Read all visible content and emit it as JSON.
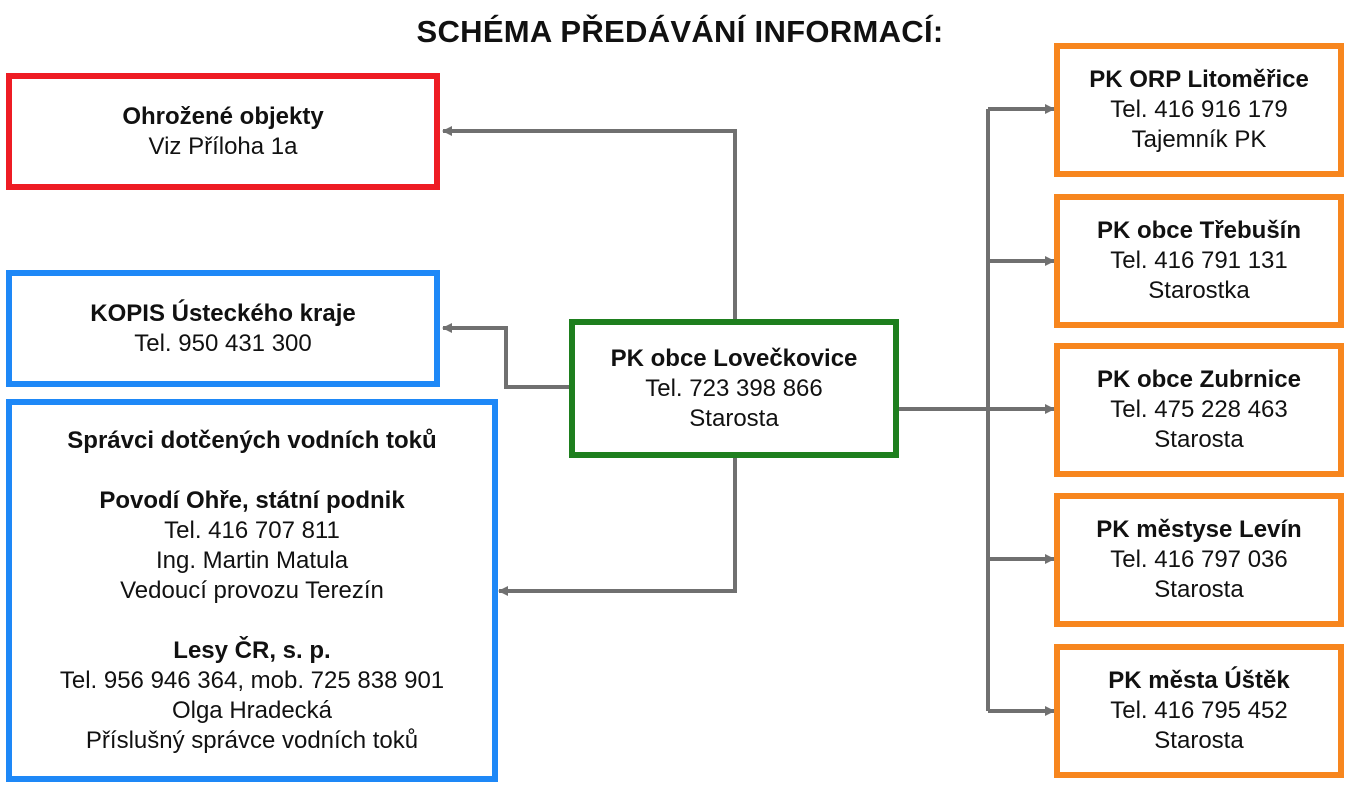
{
  "title": "SCHÉMA PŘEDÁVÁNÍ INFORMACÍ:",
  "colors": {
    "red": "#ee1c24",
    "blue": "#1e88f7",
    "green": "#1e7f1e",
    "orange": "#f7861e",
    "arrow": "#707070"
  },
  "center": {
    "name": "PK obce Lovečkovice",
    "tel": "Tel. 723 398 866",
    "role": "Starosta"
  },
  "threatened": {
    "name": "Ohrožené objekty",
    "note": "Viz Příloha 1a"
  },
  "kopis": {
    "name": "KOPIS Ústeckého kraje",
    "tel": "Tel. 950 431 300"
  },
  "water": {
    "heading": "Správci dotčených vodních toků",
    "org1": {
      "name": "Povodí Ohře, státní podnik",
      "tel": "Tel. 416 707 811",
      "person": "Ing. Martin Matula",
      "role": "Vedoucí provozu Terezín"
    },
    "org2": {
      "name": "Lesy ČR, s. p.",
      "tel": "Tel. 956 946 364, mob. 725 838 901",
      "person": "Olga Hradecká",
      "role": "Příslušný správce vodních toků"
    }
  },
  "right": [
    {
      "name": "PK ORP Litoměřice",
      "tel": "Tel. 416 916 179",
      "role": "Tajemník PK"
    },
    {
      "name": "PK obce Třebušín",
      "tel": "Tel. 416 791 131",
      "role": "Starostka"
    },
    {
      "name": "PK obce Zubrnice",
      "tel": "Tel. 475 228 463",
      "role": "Starosta"
    },
    {
      "name": "PK městyse Levín",
      "tel": "Tel. 416 797 036",
      "role": "Starosta"
    },
    {
      "name": "PK města Úštěk",
      "tel": "Tel. 416 795 452",
      "role": "Starosta"
    }
  ]
}
